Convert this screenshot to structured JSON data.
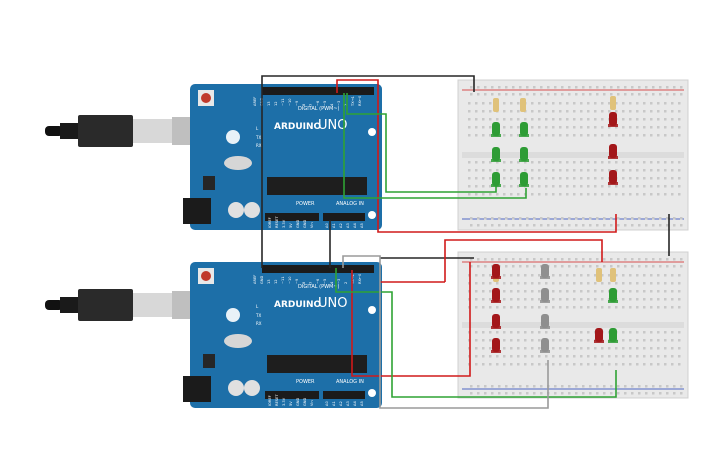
{
  "boards": [
    {
      "name": "arduino-top",
      "brand": "ARDUINO",
      "model": "UNO",
      "digital_label": "DIGITAL (PWM~)",
      "analog_label": "ANALOG IN",
      "power_label": "POWER",
      "tx_label": "TX",
      "rx_label": "RX",
      "l_label": "L",
      "digital_pins": [
        "AREF",
        "GND",
        "13",
        "12",
        "~11",
        "~10",
        "~9",
        "8",
        "7",
        "~6",
        "~5",
        "4",
        "~3",
        "2",
        "TX→1",
        "RX←0"
      ],
      "power_pins": [
        "IOREF",
        "RESET",
        "3.3V",
        "5V",
        "GND",
        "GND",
        "Vin"
      ],
      "analog_pins": [
        "A0",
        "A1",
        "A2",
        "A3",
        "A4",
        "A5"
      ]
    },
    {
      "name": "arduino-bottom",
      "brand": "ARDUINO",
      "model": "UNO",
      "digital_label": "DIGITAL (PWM~)",
      "analog_label": "ANALOG IN",
      "power_label": "POWER",
      "tx_label": "TX",
      "rx_label": "RX",
      "l_label": "L",
      "digital_pins": [
        "AREF",
        "GND",
        "13",
        "12",
        "~11",
        "~10",
        "~9",
        "8",
        "7",
        "~6",
        "~5",
        "4",
        "~3",
        "2",
        "TX→1",
        "RX←0"
      ],
      "power_pins": [
        "IOREF",
        "RESET",
        "3.3V",
        "5V",
        "GND",
        "GND",
        "Vin"
      ],
      "analog_pins": [
        "A0",
        "A1",
        "A2",
        "A3",
        "A4",
        "A5"
      ]
    }
  ],
  "colors": {
    "board": "#1d6fa8",
    "breadboard": "#e9e9e9",
    "wire_red": "#d11a1a",
    "wire_black": "#262626",
    "wire_green": "#2fa334",
    "wire_gray": "#9a9a9a",
    "led_green": "#2e9c35",
    "led_red": "#a3171a"
  }
}
